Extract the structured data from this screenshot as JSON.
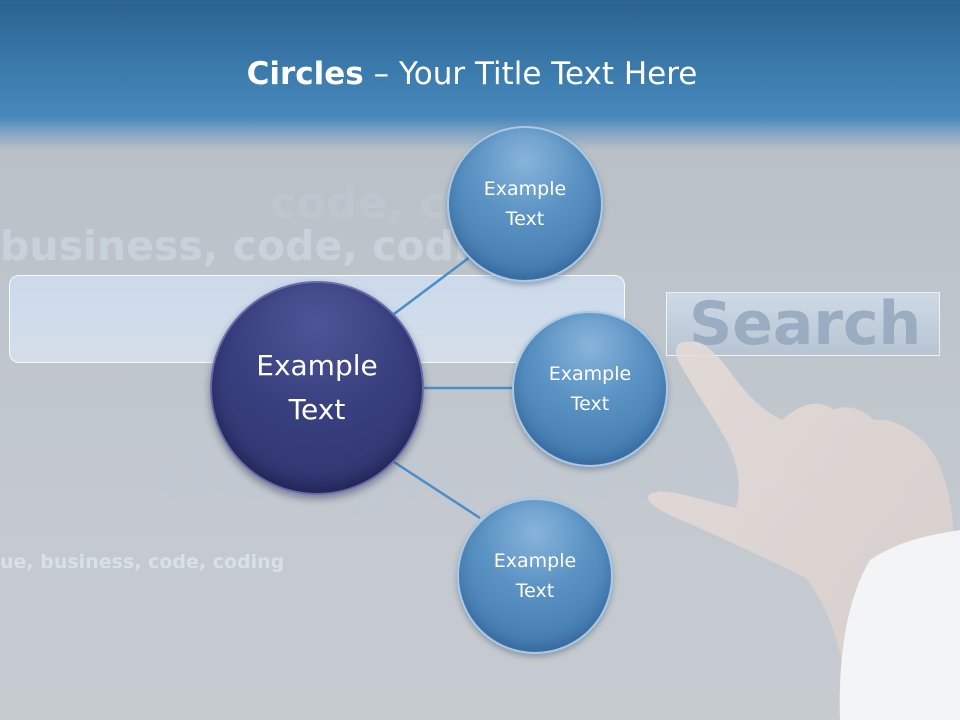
{
  "slide": {
    "title_bold": "Circles",
    "title_rest": " – Your Title Text Here"
  },
  "background": {
    "watermark_lines": [
      "business, code, coding",
      "ue, business, code, coding",
      "design, develo",
      "code, coding"
    ],
    "search_button_label": "Search"
  },
  "diagram": {
    "center": {
      "line1": "Example",
      "line2": "Text"
    },
    "branches": [
      {
        "line1": "Example",
        "line2": "Text"
      },
      {
        "line1": "Example",
        "line2": "Text"
      },
      {
        "line1": "Example",
        "line2": "Text"
      }
    ],
    "colors": {
      "center_fill": "#383f7e",
      "branch_fill": "#5b93c4",
      "connector": "#4a8ec6",
      "title_band": "#3a7aab"
    }
  }
}
